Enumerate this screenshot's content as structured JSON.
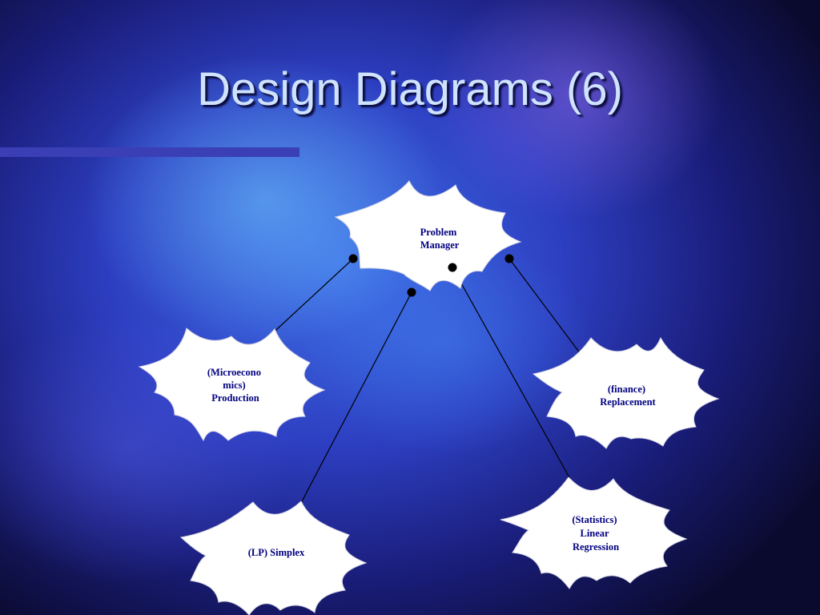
{
  "slide": {
    "title": "Design Diagrams (6)"
  },
  "diagram": {
    "nodes": [
      {
        "id": "problem-manager",
        "lines": [
          "Problem",
          "Manager"
        ]
      },
      {
        "id": "microeconomics-production",
        "lines": [
          "(Microecono",
          "mics)",
          "Production"
        ]
      },
      {
        "id": "finance-replacement",
        "lines": [
          "(finance)",
          "Replacement"
        ]
      },
      {
        "id": "lp-simplex",
        "lines": [
          "(LP) Simplex"
        ]
      },
      {
        "id": "statistics-linear-regression",
        "lines": [
          "(Statistics)",
          "Linear",
          "Regression"
        ]
      }
    ],
    "edges": [
      {
        "from": "problem-manager",
        "to": "microeconomics-production"
      },
      {
        "from": "problem-manager",
        "to": "lp-simplex"
      },
      {
        "from": "problem-manager",
        "to": "statistics-linear-regression"
      },
      {
        "from": "problem-manager",
        "to": "finance-replacement"
      }
    ],
    "colors": {
      "node_fill": "#ffffff",
      "label_text": "#000080",
      "connector": "#000000"
    }
  }
}
